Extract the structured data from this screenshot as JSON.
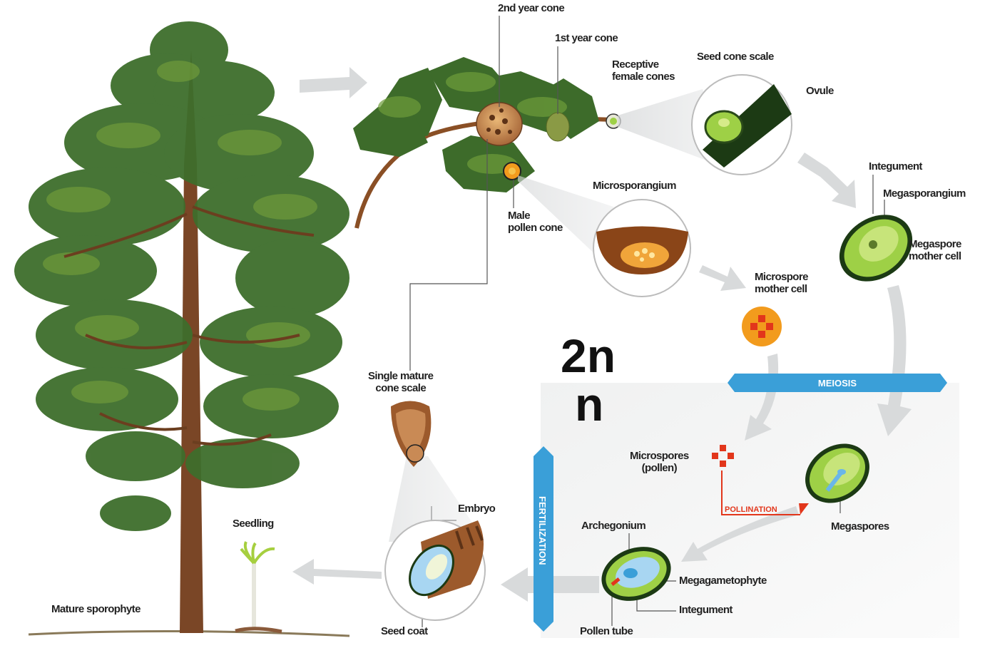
{
  "ploidy": {
    "diploid": "2n",
    "haploid": "n"
  },
  "bands": {
    "meiosis": "MEIOSIS",
    "fertilization": "FERTILIZATION",
    "pollination": "POLLINATION"
  },
  "labels": {
    "second_year_cone": "2nd year cone",
    "first_year_cone": "1st year cone",
    "receptive_female_cones": [
      "Receptive",
      "female cones"
    ],
    "seed_cone_scale": "Seed cone scale",
    "ovule": "Ovule",
    "integument_top": "Integument",
    "megasporangium": "Megasporangium",
    "megaspore_mother_cell": [
      "Megaspore",
      "mother cell"
    ],
    "microsporangium": "Microsporangium",
    "male_pollen_cone": [
      "Male",
      "pollen cone"
    ],
    "microspore_mother_cell": [
      "Microspore",
      "mother cell"
    ],
    "microspores_pollen": [
      "Microspores",
      "(pollen)"
    ],
    "megaspores": "Megaspores",
    "archegonium": "Archegonium",
    "megagametophyte": "Megagametophyte",
    "integument_bottom": "Integument",
    "pollen_tube": "Pollen tube",
    "embryo": "Embryo",
    "seed_coat": "Seed coat",
    "single_mature_cone_scale": [
      "Single mature",
      "cone scale"
    ],
    "seedling": "Seedling",
    "mature_sporophyte": "Mature sporophyte"
  },
  "colors": {
    "band_blue": "#3a9fd8",
    "arrow_gray": "#d8dadb",
    "pine_green": "#3d6b2a",
    "ovule_green": "#9ed046",
    "pollen_orange": "#f29b1d",
    "pollination_red": "#e2361b",
    "cone_brown": "#9c5a2c"
  }
}
